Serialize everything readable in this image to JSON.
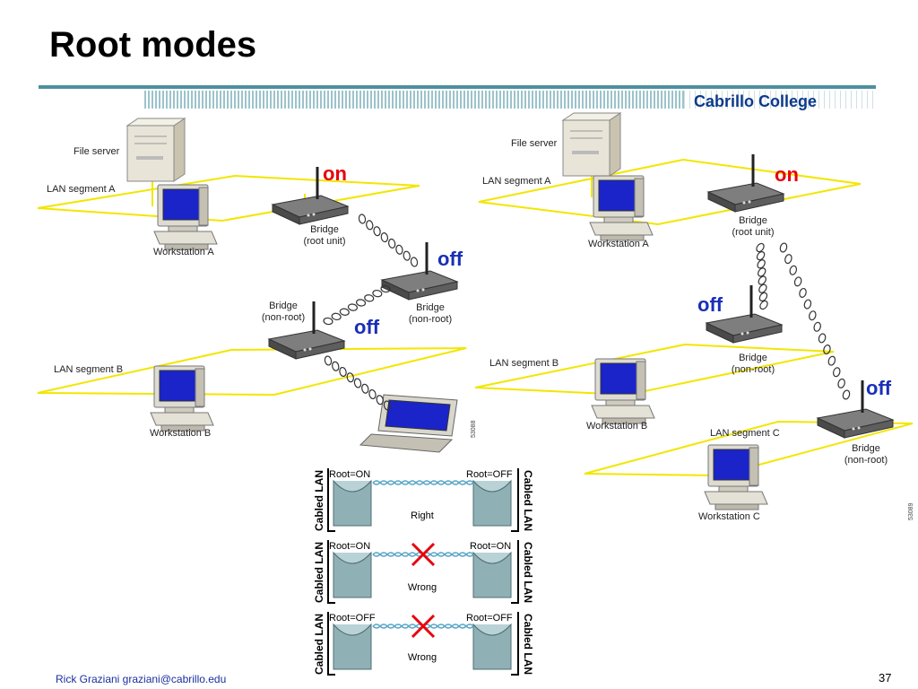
{
  "title": "Root modes",
  "header": {
    "college": "Cabrillo College"
  },
  "left_diagram": {
    "file_server": "File server",
    "lan_a": "LAN segment A",
    "workstation_a": "Workstation A",
    "bridge_root": {
      "line1": "Bridge",
      "line2": "(root unit)"
    },
    "bridge_mid": {
      "line1": "Bridge",
      "line2": "(non-root)"
    },
    "bridge_b": {
      "line1": "Bridge",
      "line2": "(non-root)"
    },
    "lan_b": "LAN segment B",
    "workstation_b": "Workstation B",
    "id": "53088",
    "state_on": "on",
    "state_off_1": "off",
    "state_off_2": "off"
  },
  "right_diagram": {
    "file_server": "File server",
    "lan_a": "LAN segment A",
    "workstation_a": "Workstation A",
    "bridge_root": {
      "line1": "Bridge",
      "line2": "(root unit)"
    },
    "bridge_mid": {
      "line1": "Bridge",
      "line2": "(non-root)"
    },
    "bridge_c": {
      "line1": "Bridge",
      "line2": "(non-root)"
    },
    "lan_b": "LAN segment B",
    "workstation_b": "Workstation B",
    "lan_c": "LAN segment C",
    "workstation_c": "Workstation C",
    "id": "53089",
    "state_on": "on",
    "state_off_1": "off",
    "state_off_2": "off"
  },
  "combos": [
    {
      "left": "Root=ON",
      "right": "Root=OFF",
      "result": "Right",
      "wrong": false
    },
    {
      "left": "Root=ON",
      "right": "Root=ON",
      "result": "Wrong",
      "wrong": true
    },
    {
      "left": "Root=OFF",
      "right": "Root=OFF",
      "result": "Wrong",
      "wrong": true
    }
  ],
  "cabled_lan": "Cabled LAN",
  "footer": {
    "author": "Rick Graziani  graziani@cabrillo.edu",
    "page": "37"
  },
  "colors": {
    "lan": "#f2e600",
    "accent_red": "#e8000b",
    "accent_blue": "#1a2fb8",
    "header_teal": "#5a9aa8"
  }
}
